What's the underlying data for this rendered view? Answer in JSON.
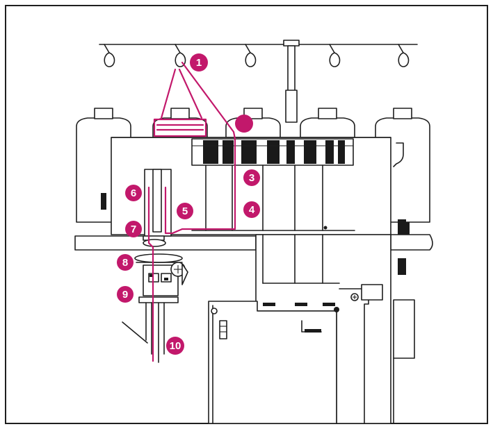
{
  "diagram": {
    "thread_color": "#c2186b",
    "line_color": "#1e1e1e",
    "labels": [
      {
        "id": "1",
        "text": "1"
      },
      {
        "id": "2",
        "text": ""
      },
      {
        "id": "3",
        "text": "3"
      },
      {
        "id": "4",
        "text": "4"
      },
      {
        "id": "5",
        "text": "5"
      },
      {
        "id": "6",
        "text": "6"
      },
      {
        "id": "7",
        "text": "7"
      },
      {
        "id": "8",
        "text": "8"
      },
      {
        "id": "9",
        "text": "9"
      },
      {
        "id": "10",
        "text": "10"
      }
    ]
  }
}
